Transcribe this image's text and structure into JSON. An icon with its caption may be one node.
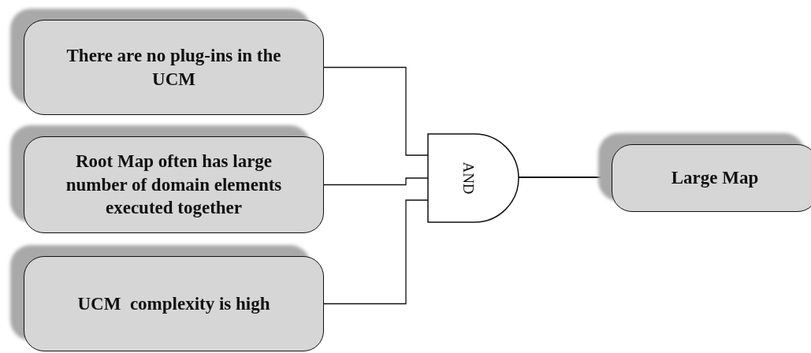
{
  "diagram": {
    "nodes": [
      {
        "text": [
          "There are no plug-ins in the UCM"
        ]
      },
      {
        "text": [
          "Root Map often has large number of domain elements executed together"
        ]
      },
      {
        "text": [
          "UCM  complexity is high"
        ]
      },
      {
        "text": [
          "AND"
        ]
      },
      {
        "text": [
          "Large Map"
        ]
      }
    ],
    "edges": [
      {
        "from": 0,
        "to": 3,
        "arrow": "none"
      },
      {
        "from": 1,
        "to": 3,
        "arrow": "none"
      },
      {
        "from": 2,
        "to": 3,
        "arrow": "none"
      },
      {
        "from": 3,
        "to": 4,
        "arrow": "none"
      }
    ]
  }
}
